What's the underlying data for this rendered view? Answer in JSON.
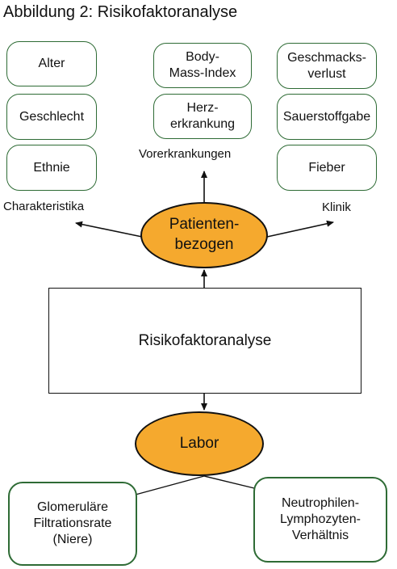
{
  "title": "Abbildung 2: Risikofaktoranalyse",
  "central": "Risikofaktoranalyse",
  "patient_node": "Patienten-\nbezogen",
  "labor_node": "Labor",
  "branches": {
    "charakteristika": "Charakteristika",
    "vorerkrankungen": "Vorerkrankungen",
    "klinik": "Klinik"
  },
  "charakteristika_items": [
    "Alter",
    "Geschlecht",
    "Ethnie"
  ],
  "vorerkrankungen_items": [
    "Body-\nMass-Index",
    "Herz-\nerkrankung"
  ],
  "klinik_items": [
    "Geschmacks-\nverlust",
    "Sauerstoffgabe",
    "Fieber"
  ],
  "labor_items": [
    "Glomeruläre\nFiltrationsrate\n(Niere)",
    "Neutrophilen-\nLymphozyten-\nVerhältnis"
  ],
  "colors": {
    "node_fill": "#f5a92e",
    "box_border": "#2e6b35"
  }
}
